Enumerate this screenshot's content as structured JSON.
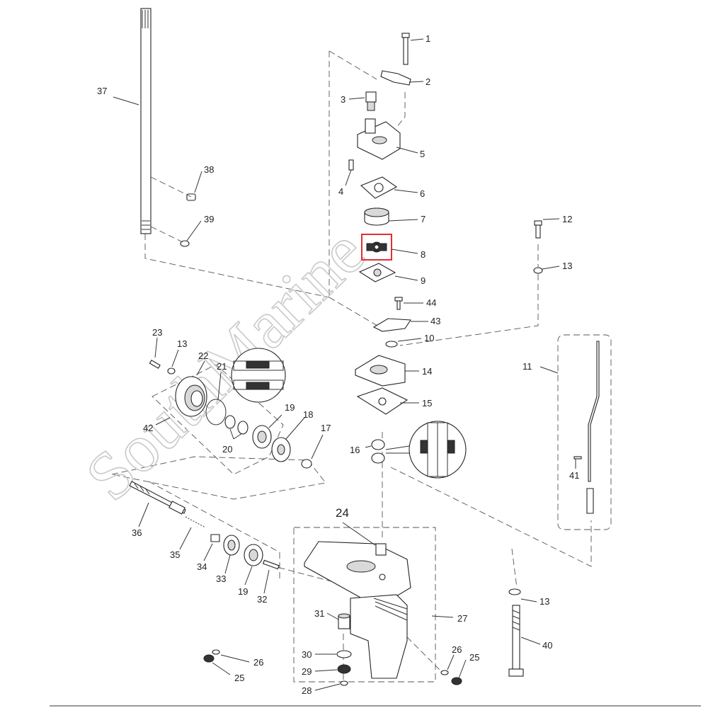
{
  "watermark": "SouthMarine",
  "highlighted_part": "8",
  "labels": {
    "p1": "1",
    "p2": "2",
    "p3": "3",
    "p4": "4",
    "p5": "5",
    "p6": "6",
    "p7": "7",
    "p8": "8",
    "p9": "9",
    "p10": "10",
    "p11": "11",
    "p12": "12",
    "p13a": "13",
    "p13b": "13",
    "p13c": "13",
    "p14": "14",
    "p15": "15",
    "p16": "16",
    "p17": "17",
    "p18": "18",
    "p19a": "19",
    "p19b": "19",
    "p20": "20",
    "p21": "21",
    "p22": "22",
    "p23": "23",
    "p24": "24",
    "p25a": "25",
    "p25b": "25",
    "p26a": "26",
    "p26b": "26",
    "p27": "27",
    "p28": "28",
    "p29": "29",
    "p30": "30",
    "p31": "31",
    "p32": "32",
    "p33": "33",
    "p34": "34",
    "p35": "35",
    "p36": "36",
    "p37": "37",
    "p38": "38",
    "p39": "39",
    "p40": "40",
    "p41": "41",
    "p42": "42",
    "p43": "43",
    "p44": "44"
  },
  "colors": {
    "highlight": "#e03030",
    "line": "#333333",
    "watermark": "#c9c9c9"
  }
}
